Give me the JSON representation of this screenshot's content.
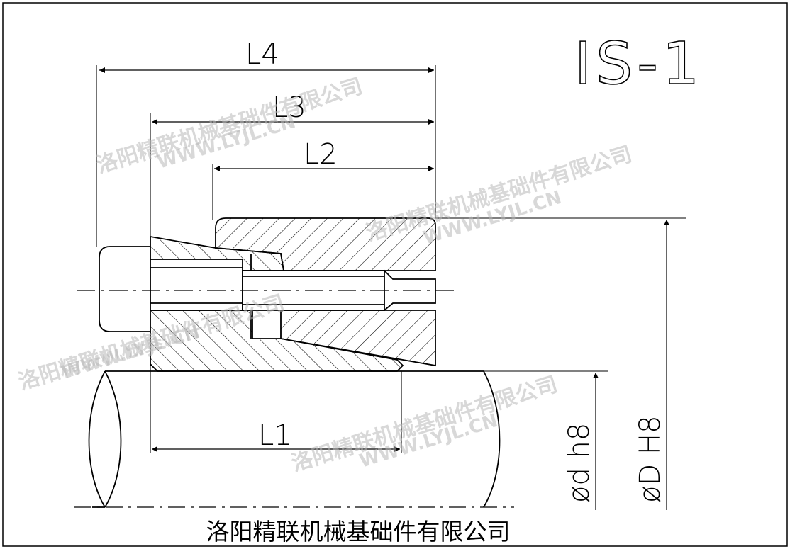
{
  "title": "IS-1",
  "dimensions": {
    "L1": "L1",
    "L2": "L2",
    "L3": "L3",
    "L4": "L4",
    "shaft_dia": "ød h8",
    "hub_dia": "øD H8"
  },
  "company_name": "洛阳精联机械基础件有限公司",
  "watermark": {
    "company": "洛阳精联机械基础件有限公司",
    "url": "WWW.LYJL.CN"
  }
}
